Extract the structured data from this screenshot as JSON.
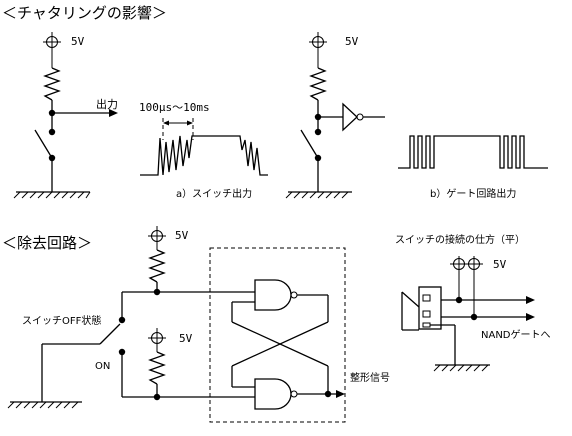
{
  "headings": {
    "top": "＜チャタリングの影響＞",
    "bottom": "＜除去回路＞"
  },
  "labels": {
    "v1": "5V",
    "v2": "5V",
    "v3": "5V",
    "v4": "5V",
    "v5": "5V",
    "output_a": "出力",
    "timing": "100μs～10ms",
    "caption_a": "a）スイッチ出力",
    "caption_b": "b）ゲート回路出力",
    "switch_off_state": "スイッチOFF状態",
    "on_label": "ON",
    "shaped_signal": "整形信号",
    "connection_title": "スイッチの接続の仕方（平）",
    "nand_gate_dest": "NANDゲートへ"
  }
}
